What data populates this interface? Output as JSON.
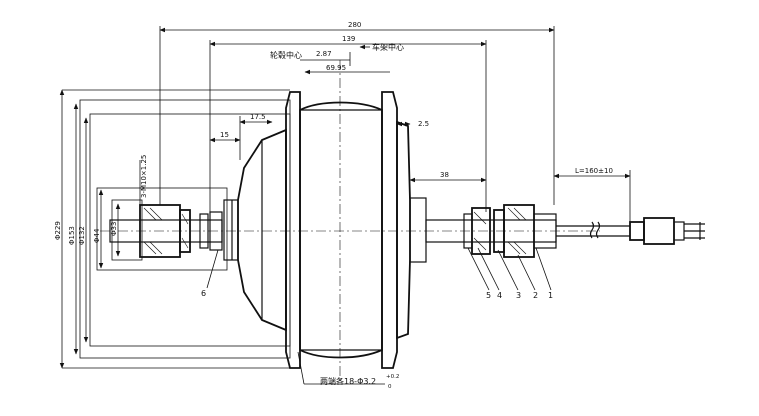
{
  "dimensions": {
    "overall_width": "280",
    "hub_width": "139",
    "offset_2_87": "2.87",
    "offset_69_95": "69.95",
    "flange_17_5": "17.5",
    "flange_15": "15",
    "edge_2_5": "2.5",
    "axle_38": "38",
    "cable_length": "L=160±10",
    "diameter_outer": "Φ229",
    "diameter_153": "Φ153",
    "diameter_132": "Φ132",
    "diameter_44": "Φ44",
    "diameter_33": "Φ33",
    "thread": "3-M10×1.25",
    "holes_note_main": "两端各18-Φ3.2",
    "holes_tol_upper": "+0.2",
    "holes_tol_lower": "0"
  },
  "labels": {
    "wheel_center": "轮毂中心",
    "frame_center": "车架中心"
  },
  "callouts": [
    "1",
    "2",
    "3",
    "4",
    "5",
    "6"
  ],
  "icons": {
    "dimension_arrow": "arrow-icon",
    "hatch": "section-hatch"
  }
}
